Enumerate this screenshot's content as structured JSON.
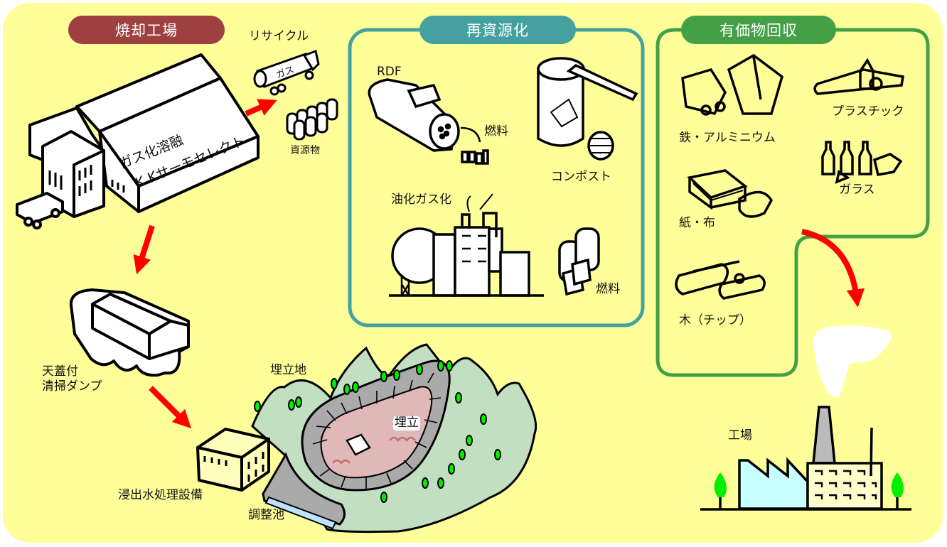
{
  "colors": {
    "background": "#ffff99",
    "incineration": "#9e4040",
    "recycling": "#45a0a0",
    "valuables": "#43a047",
    "arrow": "#ff0000",
    "hill": "#c2dfc2",
    "landfill": "#e0b8b8",
    "pond": "#bfe3ff",
    "factory_shed": "#c8ffff",
    "factory_building": "#ffffcc",
    "tree": "#00ee00",
    "chimney": "#bbbbbb"
  },
  "sections": {
    "incineration": {
      "title": "焼却工場",
      "plant_line1": "ガス化溶融",
      "plant_line2": "K.Kサーモセレクト",
      "recycle_label": "リサイクル",
      "tanker_text": "ガス",
      "resources_label": "資源物"
    },
    "recycling": {
      "title": "再資源化",
      "rdf_label": "RDF",
      "rdf_fuel_label": "燃料",
      "compost_label": "コンポスト",
      "oil_gas_label": "油化ガス化",
      "oil_fuel_label": "燃料"
    },
    "valuables": {
      "title": "有価物回収",
      "items": [
        "鉄・アルミニウム",
        "プラスチック",
        "ガラス",
        "紙・布",
        "木（チップ）"
      ]
    },
    "landfill_flow": {
      "dump_truck_line1": "天蓋付",
      "dump_truck_line2": "清掃ダンプ",
      "leachate_facility": "浸出水処理設備",
      "regulating_pond": "調整池",
      "landfill_site": "埋立地",
      "landfill_area": "埋立"
    },
    "factory": {
      "label": "工場"
    }
  }
}
